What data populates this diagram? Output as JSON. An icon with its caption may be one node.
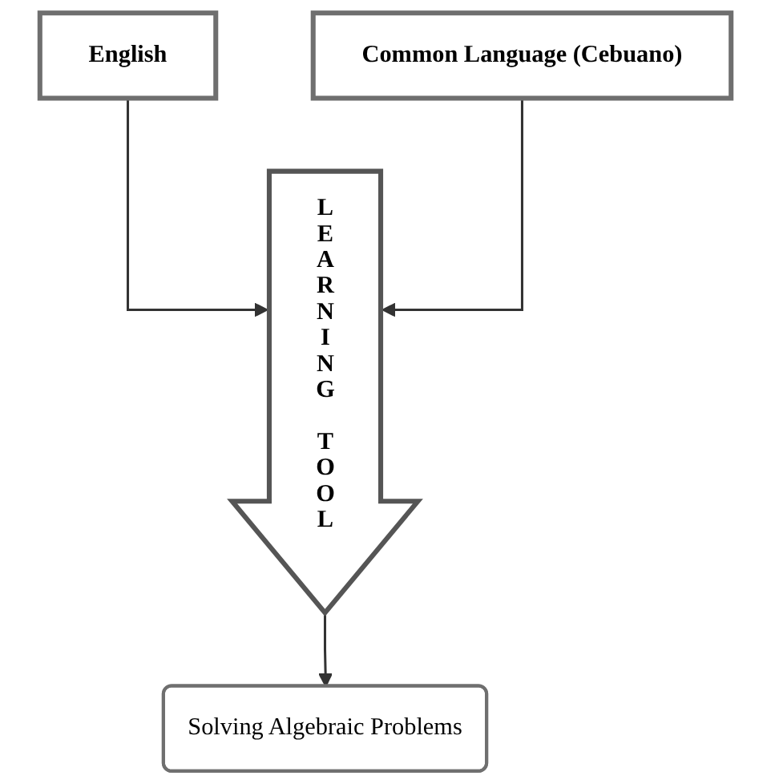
{
  "diagram": {
    "nodes": [
      {
        "text": [
          "English"
        ]
      },
      {
        "text": [
          "Common Language (Cebuano)"
        ]
      },
      {
        "text": [
          "LEARNING TOOL"
        ]
      },
      {
        "text": [
          "Solving Algebraic Problems"
        ]
      }
    ],
    "edges": [
      {
        "from": 0,
        "to": 2,
        "arrow": "to"
      },
      {
        "from": 1,
        "to": 2,
        "arrow": "to"
      },
      {
        "from": 2,
        "to": 3,
        "arrow": "to"
      }
    ]
  }
}
